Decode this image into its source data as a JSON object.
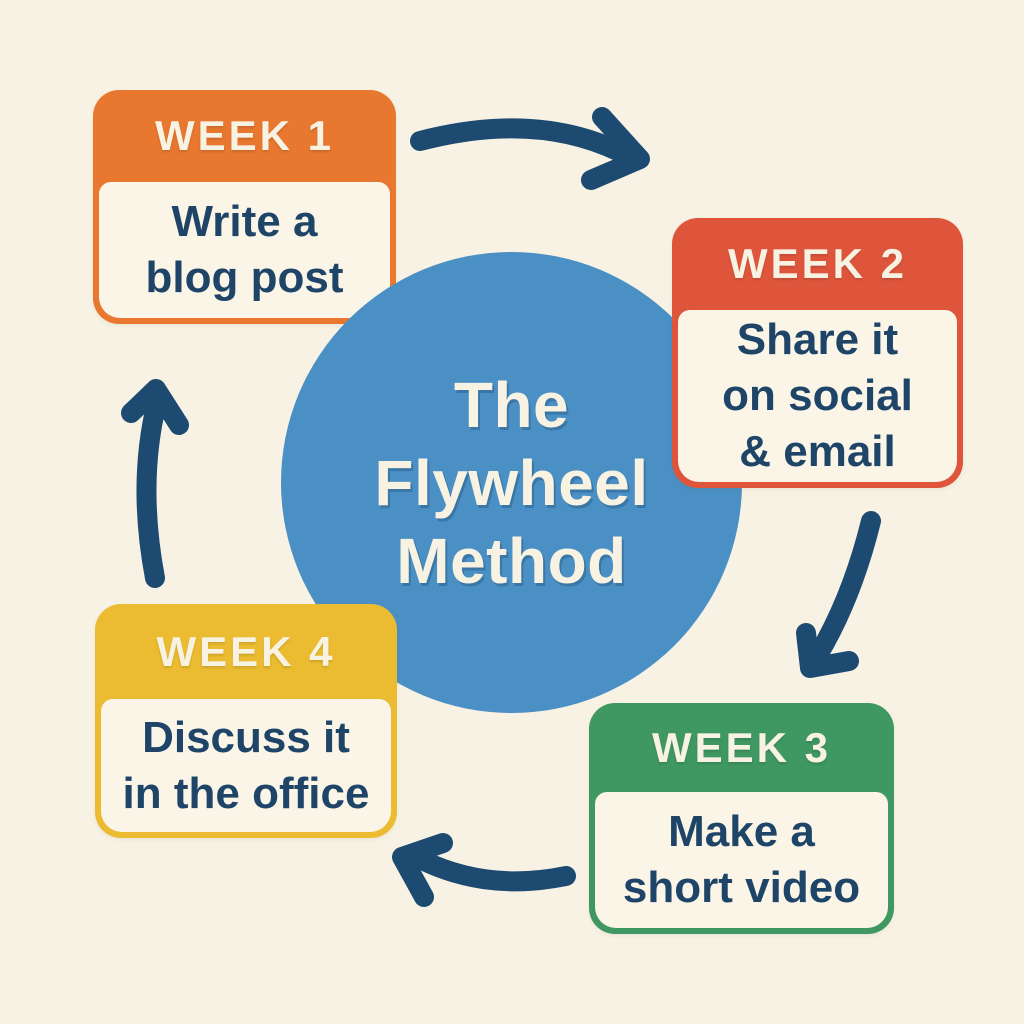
{
  "title": {
    "text": "The\nFlywheel\nMethod"
  },
  "cards": [
    {
      "id": "week-1",
      "label": "WEEK 1",
      "text": "Write a\nblog post",
      "color": "#E8782F"
    },
    {
      "id": "week-2",
      "label": "WEEK 2",
      "text": "Share it\non social\n& email",
      "color": "#DF553C"
    },
    {
      "id": "week-3",
      "label": "WEEK 3",
      "text": "Make a\nshort video",
      "color": "#3F9862"
    },
    {
      "id": "week-4",
      "label": "WEEK 4",
      "text": "Discuss it\nin the office",
      "color": "#EBBB31"
    }
  ],
  "arrows": [
    {
      "from": "week-1",
      "to": "week-2",
      "direction": "right"
    },
    {
      "from": "week-2",
      "to": "week-3",
      "direction": "down"
    },
    {
      "from": "week-3",
      "to": "week-4",
      "direction": "left"
    },
    {
      "from": "week-4",
      "to": "week-1",
      "direction": "up"
    }
  ],
  "colors": {
    "background": "#F8F2E4",
    "card_body": "#FBF5E8",
    "circle": "#4A90C5",
    "text_navy": "#1E4467",
    "arrow": "#1C4A70",
    "header_text": "#F8F2E2"
  }
}
